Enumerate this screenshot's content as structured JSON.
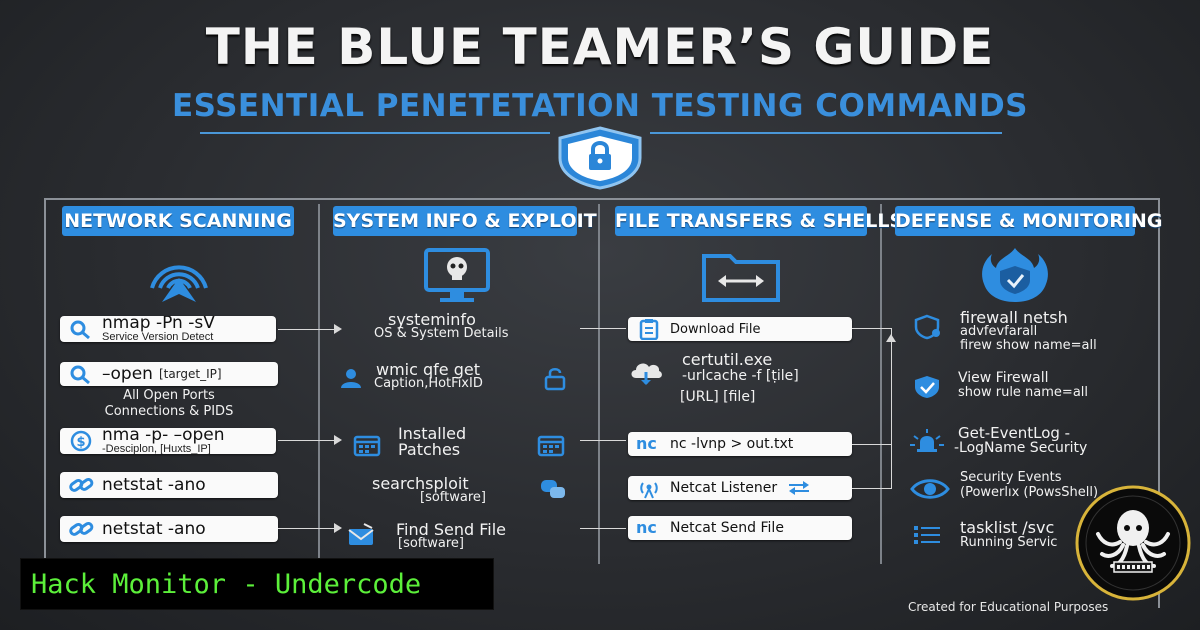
{
  "header": {
    "title": "THE BLUE TEAMER’S GUIDE",
    "subtitle": "ESSENTIAL PENETETATION TESTING COMMANDS"
  },
  "columns": [
    {
      "heading": "NETWORK SCANNING",
      "items": [
        {
          "cmd": "nmap -Pn -sV",
          "sub": "Service Version Detect"
        },
        {
          "cmd": "–open",
          "arg": "[target_IP]",
          "note1": "All Open Ports",
          "note2": "Connections & PIDS"
        },
        {
          "cmd": "nma -p- –open",
          "sub": "-Desciplon, [Huxts_IP]"
        },
        {
          "cmd": "netstat -ano"
        },
        {
          "cmd": "netstat -ano"
        }
      ]
    },
    {
      "heading": "SYSTEM INFO & EXPLOIT",
      "items": [
        {
          "cmd": "systeminfo",
          "sub": "OS & System Details"
        },
        {
          "cmd": "wmic qfe get",
          "sub": "Caption,HotFixID"
        },
        {
          "cmd": "Installed",
          "sub": "Patches"
        },
        {
          "cmd": "searchsploit",
          "sub": "[software]"
        },
        {
          "cmd": "Find Send File",
          "sub": "[software]"
        }
      ]
    },
    {
      "heading": "FILE TRANSFERS & SHELLS",
      "items": [
        {
          "cmd": "Download File"
        },
        {
          "cmd": "certutil.exe",
          "sub": "-urlcache -f [ṭile]",
          "sub2": "[URL] [file]"
        },
        {
          "cmd": "nc -lvnp > out.txt"
        },
        {
          "cmd": "Netcat Listener"
        },
        {
          "cmd": "Netcat Send File"
        }
      ]
    },
    {
      "heading": "DEFENSE & MONITORING",
      "items": [
        {
          "cmd": "firewall netsh",
          "sub": "advfevfarall",
          "sub2": "firew show name=all"
        },
        {
          "cmd": "View Firewall",
          "sub": "show rule name=all"
        },
        {
          "cmd": "Get-EventLog -",
          "sub": "-LogName Security"
        },
        {
          "cmd": "Security Events",
          "sub": "(Powerlıx (PowsShell)"
        },
        {
          "cmd": "tasklist /svc",
          "sub": "Running Servic"
        }
      ]
    }
  ],
  "nc_badge": "nc",
  "brand": "Hack Monitor - Undercode",
  "footer": "Created for Educational Purposes",
  "colors": {
    "accent": "#2e8de0",
    "title": "#3a8fdc",
    "brand_text": "#5cf03a"
  },
  "icons": {
    "header": "shield-lock-icon",
    "network": "radar-icon",
    "system": "monitor-skull-icon",
    "files": "folder-transfer-icon",
    "defense": "shield-flame-icon"
  }
}
